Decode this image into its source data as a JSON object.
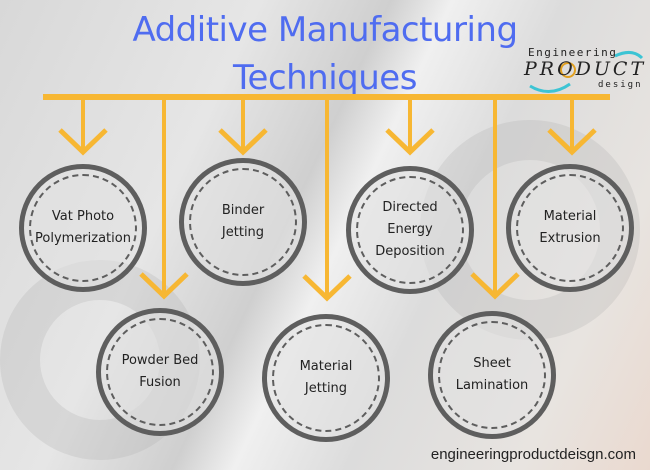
{
  "title_line1": "Additive Manufacturing",
  "title_line2": "Techniques",
  "logo": {
    "line1": "Engineering",
    "line2": "PRODUCT",
    "line3": "design"
  },
  "techniques": [
    {
      "line1": "Vat Photo",
      "line2": "Polymerization"
    },
    {
      "line1": "Binder",
      "line2": "Jetting"
    },
    {
      "line1": "Directed Energy",
      "line2": "Deposition"
    },
    {
      "line1": "Material",
      "line2": "Extrusion"
    },
    {
      "line1": "Powder Bed",
      "line2": "Fusion"
    },
    {
      "line1": "Material",
      "line2": "Jetting"
    },
    {
      "line1": "Sheet",
      "line2": "Lamination"
    }
  ],
  "website": "engineeringproductdeisgn.com",
  "colors": {
    "title": "#4f6cf0",
    "arrow": "#f7b733",
    "circle": "#5e5e5e"
  }
}
